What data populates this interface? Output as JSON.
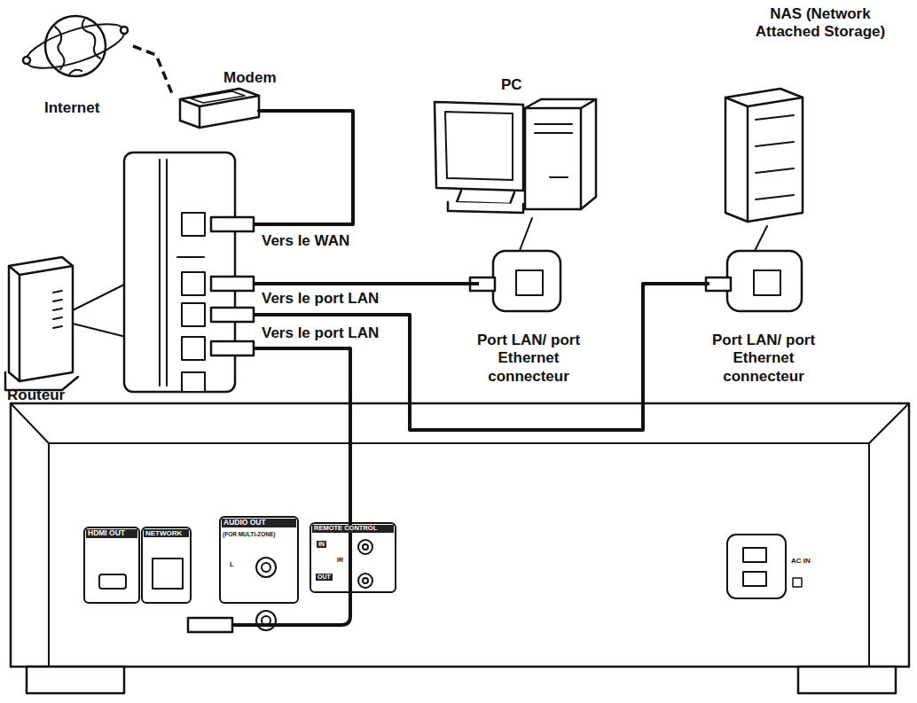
{
  "diagram": {
    "nodes": [
      {
        "text": [
          "Internet"
        ]
      },
      {
        "text": [
          "Modem"
        ]
      },
      {
        "text": [
          "Routeur"
        ]
      },
      {
        "text": [
          "PC"
        ]
      },
      {
        "text": [
          "NAS (Network Attached Storage)"
        ]
      },
      {
        "text": [
          "HDMI OUT",
          "NETWORK",
          "AUDIO OUT",
          "(FOR MULTI-ZONE)",
          "L",
          "REMOTE CONTROL",
          "IN",
          "IR",
          "OUT",
          "AC IN"
        ]
      }
    ],
    "edges": [
      {
        "from": 0,
        "to": 1,
        "arrow": "none"
      },
      {
        "from": 1,
        "to": 2,
        "label": "Vers le WAN",
        "arrow": "none"
      },
      {
        "from": 2,
        "to": 3,
        "label": "Vers le port LAN",
        "arrow": "none"
      },
      {
        "from": 2,
        "to": 4,
        "label": "Vers le port LAN",
        "arrow": "none"
      },
      {
        "from": 2,
        "to": 5,
        "arrow": "none"
      }
    ],
    "labels": [
      "Port LAN/ port Ethernet connecteur",
      "Port LAN/ port Ethernet connecteur"
    ]
  }
}
